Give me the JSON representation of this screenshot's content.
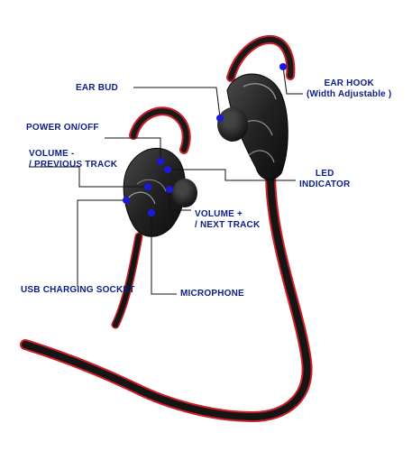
{
  "diagram": {
    "callouts": {
      "ear_bud": "EAR BUD",
      "ear_hook_line1": "EAR HOOK",
      "ear_hook_line2": "(Width Adjustable )",
      "power": "POWER ON/OFF",
      "volume_down_line1": "VOLUME -",
      "volume_down_line2": "/ PREVIOUS TRACK",
      "led_line1": "LED",
      "led_line2": "INDICATOR",
      "volume_up_line1": "VOLUME +",
      "volume_up_line2": "/ NEXT TRACK",
      "usb": "USB CHARGING SOCKET",
      "microphone": "MICROPHONE"
    },
    "colors": {
      "label_text": "#0b1e8a",
      "leader_line": "#101010",
      "marker_dot": "#1a1adc",
      "cable_accent": "#d01e28",
      "body_black": "#161616"
    }
  }
}
